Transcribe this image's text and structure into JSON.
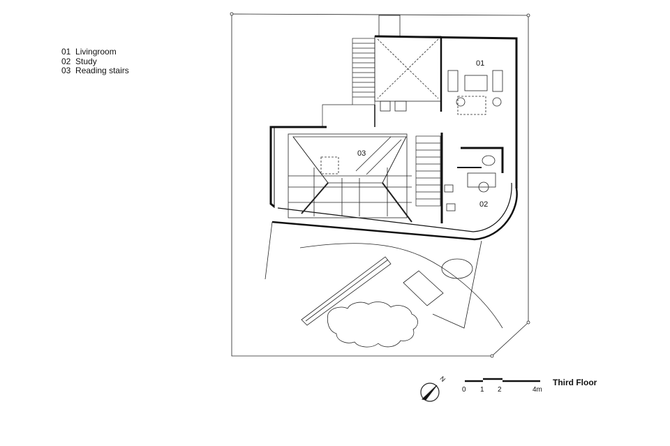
{
  "legend": [
    {
      "num": "01",
      "label": "Livingroom"
    },
    {
      "num": "02",
      "label": "Study"
    },
    {
      "num": "03",
      "label": "Reading stairs"
    }
  ],
  "room_labels": {
    "r01": "01",
    "r02": "02",
    "r03": "03"
  },
  "scale_bar": {
    "ticks": [
      "0",
      "1",
      "2",
      "4m"
    ]
  },
  "north_label": "N",
  "title": "Third Floor"
}
